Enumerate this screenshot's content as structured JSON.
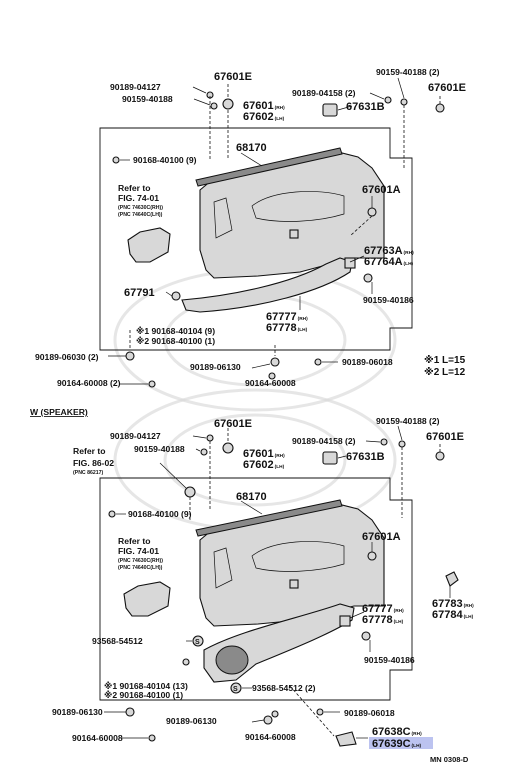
{
  "upper": {
    "callouts": {
      "c1": "90189-04127",
      "c2": "90159-40188",
      "c3": "67601E",
      "c4": "67601",
      "c4s": "(RH)",
      "c5": "67602",
      "c5s": "(LH)",
      "c6": "90189-04158 (2)",
      "c7": "67631B",
      "c8": "90159-40188 (2)",
      "c9": "67601E",
      "c10": "68170",
      "c11": "90168-40100 (9)",
      "c12": "67601A",
      "c13": "67763A",
      "c13s": "(RH)",
      "c14": "67764A",
      "c14s": "(LH)",
      "c15": "67791",
      "c16": "90159-40186",
      "c17": "67777",
      "c17s": "(RH)",
      "c18": "67778",
      "c18s": "(LH)",
      "c19": "※1 90168-40104 (9)",
      "c20": "※2 90168-40100 (1)",
      "c21": "90189-06030 (2)",
      "c22": "90164-60008 (2)",
      "c23": "90189-06130",
      "c24": "90164-60008",
      "c25": "90189-06018"
    },
    "refer": {
      "line1": "Refer to",
      "line2": "FIG. 74-01",
      "line3": "(PNC 74630C(RH))",
      "line4": "(PNC 74640C(LH))"
    },
    "lengths": {
      "l1": "※1 L=15",
      "l2": "※2 L=12"
    }
  },
  "section_title": "W (SPEAKER)",
  "lower": {
    "callouts": {
      "c1": "90189-04127",
      "c2": "90159-40188",
      "c3": "67601E",
      "c4": "67601",
      "c4s": "(RH)",
      "c5": "67602",
      "c5s": "(LH)",
      "c6": "90189-04158 (2)",
      "c7": "67631B",
      "c8": "90159-40188 (2)",
      "c9": "67601E",
      "c10": "68170",
      "c11": "90168-40100 (9)",
      "c12": "67601A",
      "c13": "67777",
      "c13s": "(RH)",
      "c14": "67778",
      "c14s": "(LH)",
      "c15": "67783",
      "c15s": "(RH)",
      "c16": "67784",
      "c16s": "(LH)",
      "c17": "93568-54512",
      "c18": "90159-40186",
      "c19": "※1 90168-40104 (13)",
      "c20": "※2 90168-40100 (1)",
      "c21": "93568-54512 (2)",
      "c22": "90189-06130",
      "c23": "90164-60008",
      "c24": "90189-06130",
      "c25": "90164-60008",
      "c26": "90189-06018",
      "c27": "67638C",
      "c27s": "(RH)",
      "c28": "67639C",
      "c28s": "(LH)"
    },
    "refer_a": {
      "line1": "Refer to",
      "line2": "FIG. 86-02",
      "line3": "(PNC 86217)"
    },
    "refer_b": {
      "line1": "Refer to",
      "line2": "FIG. 74-01",
      "line3": "(PNC 74630C(RH))",
      "line4": "(PNC 74640C(LH))"
    },
    "screw_symbol": "S"
  },
  "footer_code": "MN 0308-D",
  "highlight_color": "#bcc3f0"
}
